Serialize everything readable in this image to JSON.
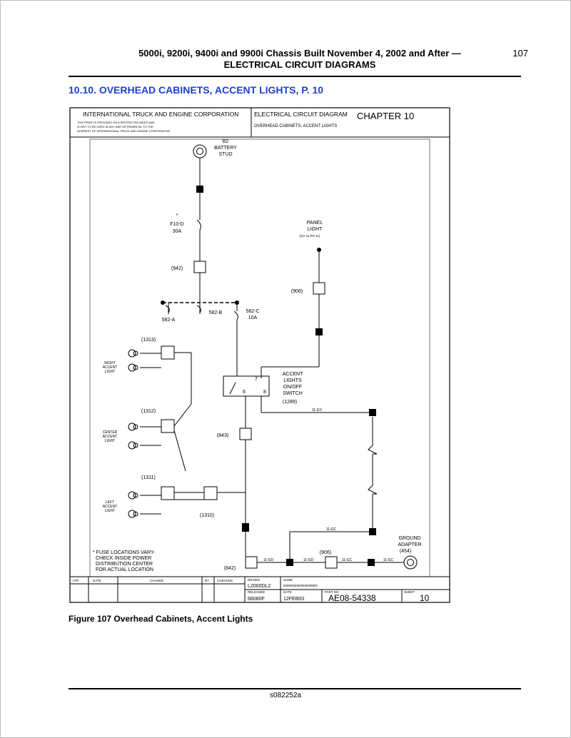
{
  "header": {
    "title_line1": "5000i, 9200i, 9400i and 9900i Chassis Built November 4, 2002 and After —",
    "title_line2": "ELECTRICAL CIRCUIT DIAGRAMS",
    "page_number": "107"
  },
  "section_title": "10.10. OVERHEAD CABINETS, ACCENT LIGHTS, P. 10",
  "diagram": {
    "title_block": {
      "company": "INTERNATIONAL TRUCK AND ENGINE CORPORATION",
      "doc_type": "ELECTRICAL CIRCUIT DIAGRAM",
      "chapter": "CHAPTER 10",
      "subtitle": "OVERHEAD CABINETS, ACCENT LIGHTS",
      "notice_1": "THIS PRINT IS PROVIDED ON A RESTRICTED BASIS AND",
      "notice_2": "IS NOT TO BE USED IN ANY WAY DETRIMENTAL TO THE",
      "notice_3": "INTEREST OF INTERNATIONAL TRUCK AND ENGINE CORPORATION"
    },
    "labels": {
      "battery_num": "B2",
      "battery_1": "BATTERY",
      "battery_2": "STUD",
      "fuse_star": "*",
      "fuse_name": "F10-D",
      "fuse_amp": "30A",
      "conn_942": "(942)",
      "f582a": "582-A",
      "f582b": "582-B",
      "f582c": "582-C",
      "f582c_amp": "10A",
      "panel_1": "PANEL",
      "panel_2": "LIGHT",
      "panel_3": "(CH 11,PG 11)",
      "conn_906a": "(906)",
      "conn_1313": "(1313)",
      "conn_1312": "(1312)",
      "conn_1311": "(1311)",
      "conn_1310": "(1310)",
      "conn_843": "(843)",
      "conn_842": "(842)",
      "conn_906b": "(906)",
      "right_1": "RIGHT",
      "right_2": "ACCENT",
      "right_3": "LIGHT",
      "center_1": "CENTER",
      "center_2": "ACCENT",
      "center_3": "LIGHT",
      "left_1": "LEFT",
      "left_2": "ACCENT",
      "left_3": "LIGHT",
      "switch_1": "ACCENT",
      "switch_2": "LIGHTS",
      "switch_3": "ON/OFF",
      "switch_4": "SWITCH",
      "switch_5": "(1289)",
      "ground_1": "GROUND",
      "ground_2": "ADAPTER",
      "ground_3": "(454)",
      "note_1": "* FUSE LOCATIONS VARY-",
      "note_2": "CHECK INSIDE POWER",
      "note_3": "DISTRIBUTION CENTER",
      "note_4": "FOR ACTUAL LOCATION",
      "pin_7": "7",
      "pin_8": "8",
      "pin_6": "6",
      "w_11gy": "11-GY",
      "w_11gc": "11-GC",
      "w_11gd": "11-GD",
      "w_11gd2": "11-GD",
      "w_11gc2": "11-GC",
      "w_11gc3": "11-GC"
    },
    "bottom_block": {
      "col_ltr": "LTR",
      "col_date": "DATE",
      "col_change": "CHANGE",
      "col_by": "BY",
      "col_checked": "CHECKED",
      "drawn_label": "DRAWN",
      "drawn_value": "L2000DL2",
      "name_label": "NAME",
      "name_value": "5000i/9200i/9400i/9900i",
      "released_label": "RELEASED",
      "released_value": "68080F",
      "date_label": "DATE",
      "date_value": "12FEB03",
      "part_label": "PART NO.",
      "part_value": "AE08-54338",
      "sheet_label": "SHEET",
      "sheet_value": "10"
    }
  },
  "figure_caption": "Figure 107    Overhead Cabinets, Accent Lights",
  "footer_code": "s082252a",
  "colors": {
    "section_title": "#1d3fd1"
  }
}
